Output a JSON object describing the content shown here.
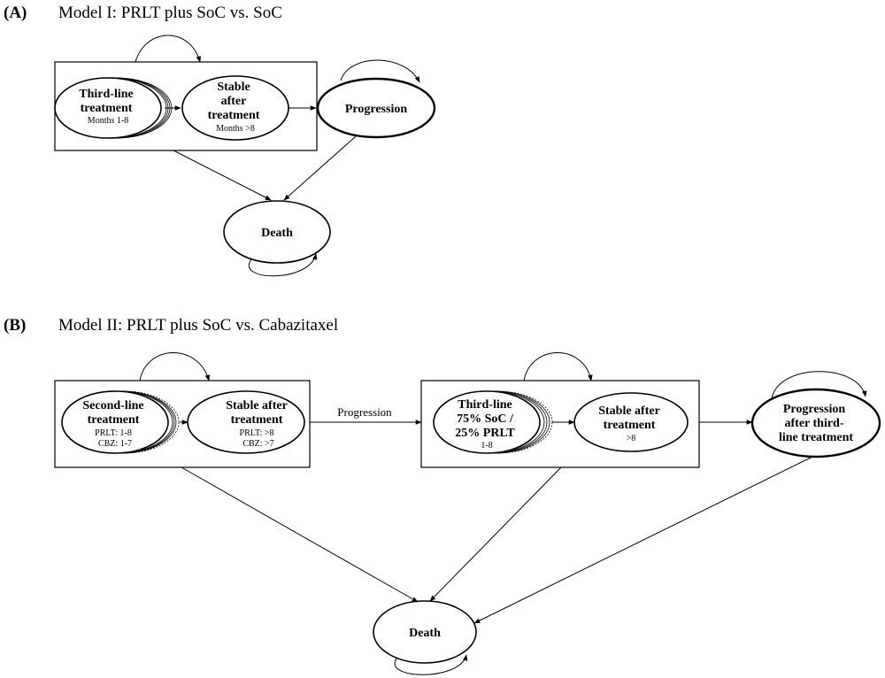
{
  "panel_a": {
    "letter": "(A)",
    "title": "Model I: PRLT plus SoC vs. SoC",
    "nodes": {
      "third_line": {
        "title": [
          "Third-line",
          "treatment"
        ],
        "sub": [
          "Months 1-8"
        ]
      },
      "stable": {
        "title": [
          "Stable",
          "after",
          "treatment"
        ],
        "sub": [
          "Months >8"
        ]
      },
      "progression": {
        "title": [
          "Progression"
        ],
        "sub": []
      },
      "death": {
        "title": [
          "Death"
        ],
        "sub": []
      }
    }
  },
  "panel_b": {
    "letter": "(B)",
    "title": "Model II: PRLT plus SoC vs. Cabazitaxel",
    "edge_label": "Progression",
    "nodes": {
      "second_line": {
        "title": [
          "Second-line",
          "treatment"
        ],
        "sub": [
          "PRLT: 1-8",
          "CBZ: 1-7"
        ]
      },
      "stable_1": {
        "title": [
          "Stable after",
          "treatment"
        ],
        "sub": [
          "PRLT: >8",
          "CBZ: >7"
        ]
      },
      "third_line": {
        "title": [
          "Third-line",
          "75% SoC /",
          "25% PRLT"
        ],
        "sub": [
          "1-8"
        ]
      },
      "stable_2": {
        "title": [
          "Stable after",
          "treatment"
        ],
        "sub": [
          ">8"
        ]
      },
      "progression_after": {
        "title": [
          "Progression",
          "after third-",
          "line treatment"
        ],
        "sub": []
      },
      "death": {
        "title": [
          "Death"
        ],
        "sub": []
      }
    }
  }
}
